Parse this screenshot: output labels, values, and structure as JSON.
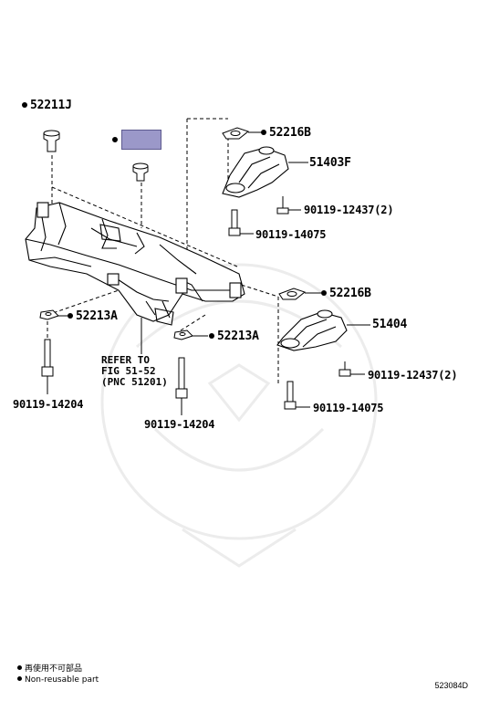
{
  "labels": {
    "p52211j": "52211J",
    "p52216b_top": "52216B",
    "p51403f": "51403F",
    "p90119_12437_top": "90119-12437(2)",
    "p90119_14075_top": "90119-14075",
    "p52216b_bottom": "52216B",
    "p51404": "51404",
    "p90119_12437_bottom": "90119-12437(2)",
    "p90119_14075_bottom": "90119-14075",
    "p52213a_left": "52213A",
    "p52213a_mid": "52213A",
    "p90119_14204_left": "90119-14204",
    "p90119_14204_mid": "90119-14204"
  },
  "refer": {
    "line1": "REFER TO",
    "line2": "FIG 51-52",
    "line3": "(PNC 51201)"
  },
  "legend": {
    "japanese": "再使用不可部品",
    "english": "Non-reusable part"
  },
  "diagram_id": "523084D",
  "colors": {
    "highlight": "#9b98c9",
    "line": "#000000"
  }
}
